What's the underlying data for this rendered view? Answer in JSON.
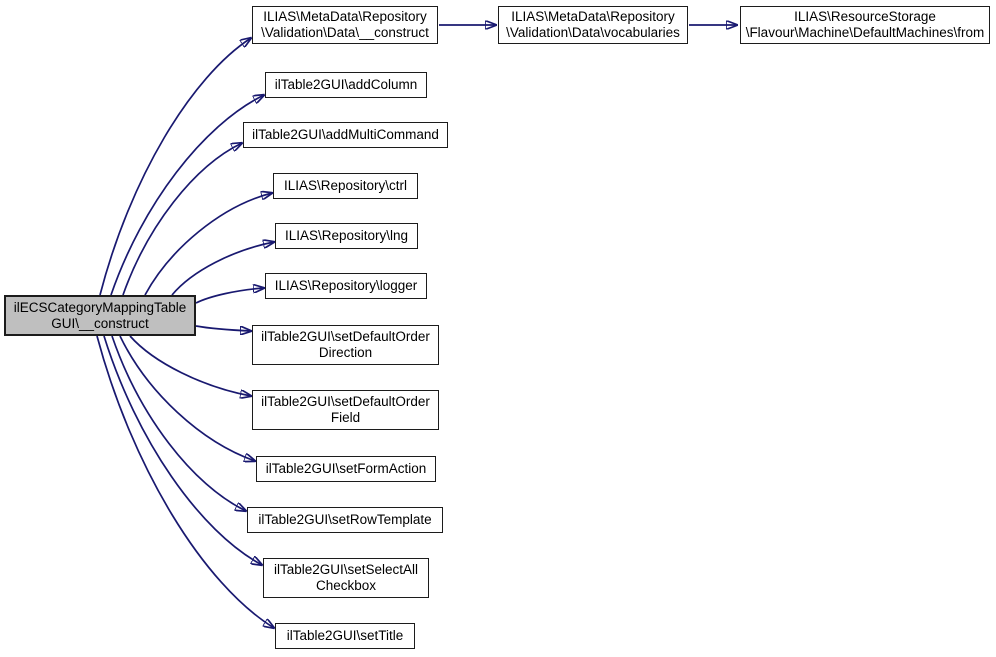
{
  "graph": {
    "type": "call-graph",
    "direction": "left-to-right",
    "colors": {
      "edge": "#191970",
      "node_border": "#1c1c1c",
      "node_fill": "#ffffff",
      "highlight_fill": "#bfbfbf",
      "background": "#ffffff"
    },
    "nodes": {
      "main": {
        "label": "ilECSCategoryMappingTable\nGUI\\__construct",
        "highlighted": true
      },
      "md_construct": {
        "label": "ILIAS\\MetaData\\Repository\n\\Validation\\Data\\__construct",
        "highlighted": false
      },
      "vocabularies": {
        "label": "ILIAS\\MetaData\\Repository\n\\Validation\\Data\\vocabularies",
        "highlighted": false
      },
      "default_machines_from": {
        "label": "ILIAS\\ResourceStorage\n\\Flavour\\Machine\\DefaultMachines\\from",
        "highlighted": false
      },
      "add_column": {
        "label": "ilTable2GUI\\addColumn",
        "highlighted": false
      },
      "add_multi_command": {
        "label": "ilTable2GUI\\addMultiCommand",
        "highlighted": false
      },
      "ctrl": {
        "label": "ILIAS\\Repository\\ctrl",
        "highlighted": false
      },
      "lng": {
        "label": "ILIAS\\Repository\\lng",
        "highlighted": false
      },
      "logger": {
        "label": "ILIAS\\Repository\\logger",
        "highlighted": false
      },
      "set_default_order_direction": {
        "label": "ilTable2GUI\\setDefaultOrder\nDirection",
        "highlighted": false
      },
      "set_default_order_field": {
        "label": "ilTable2GUI\\setDefaultOrder\nField",
        "highlighted": false
      },
      "set_form_action": {
        "label": "ilTable2GUI\\setFormAction",
        "highlighted": false
      },
      "set_row_template": {
        "label": "ilTable2GUI\\setRowTemplate",
        "highlighted": false
      },
      "set_select_all_checkbox": {
        "label": "ilTable2GUI\\setSelectAll\nCheckbox",
        "highlighted": false
      },
      "set_title": {
        "label": "ilTable2GUI\\setTitle",
        "highlighted": false
      }
    },
    "edges": [
      {
        "from": "main",
        "to": "md_construct"
      },
      {
        "from": "main",
        "to": "add_column"
      },
      {
        "from": "main",
        "to": "add_multi_command"
      },
      {
        "from": "main",
        "to": "ctrl"
      },
      {
        "from": "main",
        "to": "lng"
      },
      {
        "from": "main",
        "to": "logger"
      },
      {
        "from": "main",
        "to": "set_default_order_direction"
      },
      {
        "from": "main",
        "to": "set_default_order_field"
      },
      {
        "from": "main",
        "to": "set_form_action"
      },
      {
        "from": "main",
        "to": "set_row_template"
      },
      {
        "from": "main",
        "to": "set_select_all_checkbox"
      },
      {
        "from": "main",
        "to": "set_title"
      },
      {
        "from": "md_construct",
        "to": "vocabularies"
      },
      {
        "from": "vocabularies",
        "to": "default_machines_from"
      }
    ]
  }
}
